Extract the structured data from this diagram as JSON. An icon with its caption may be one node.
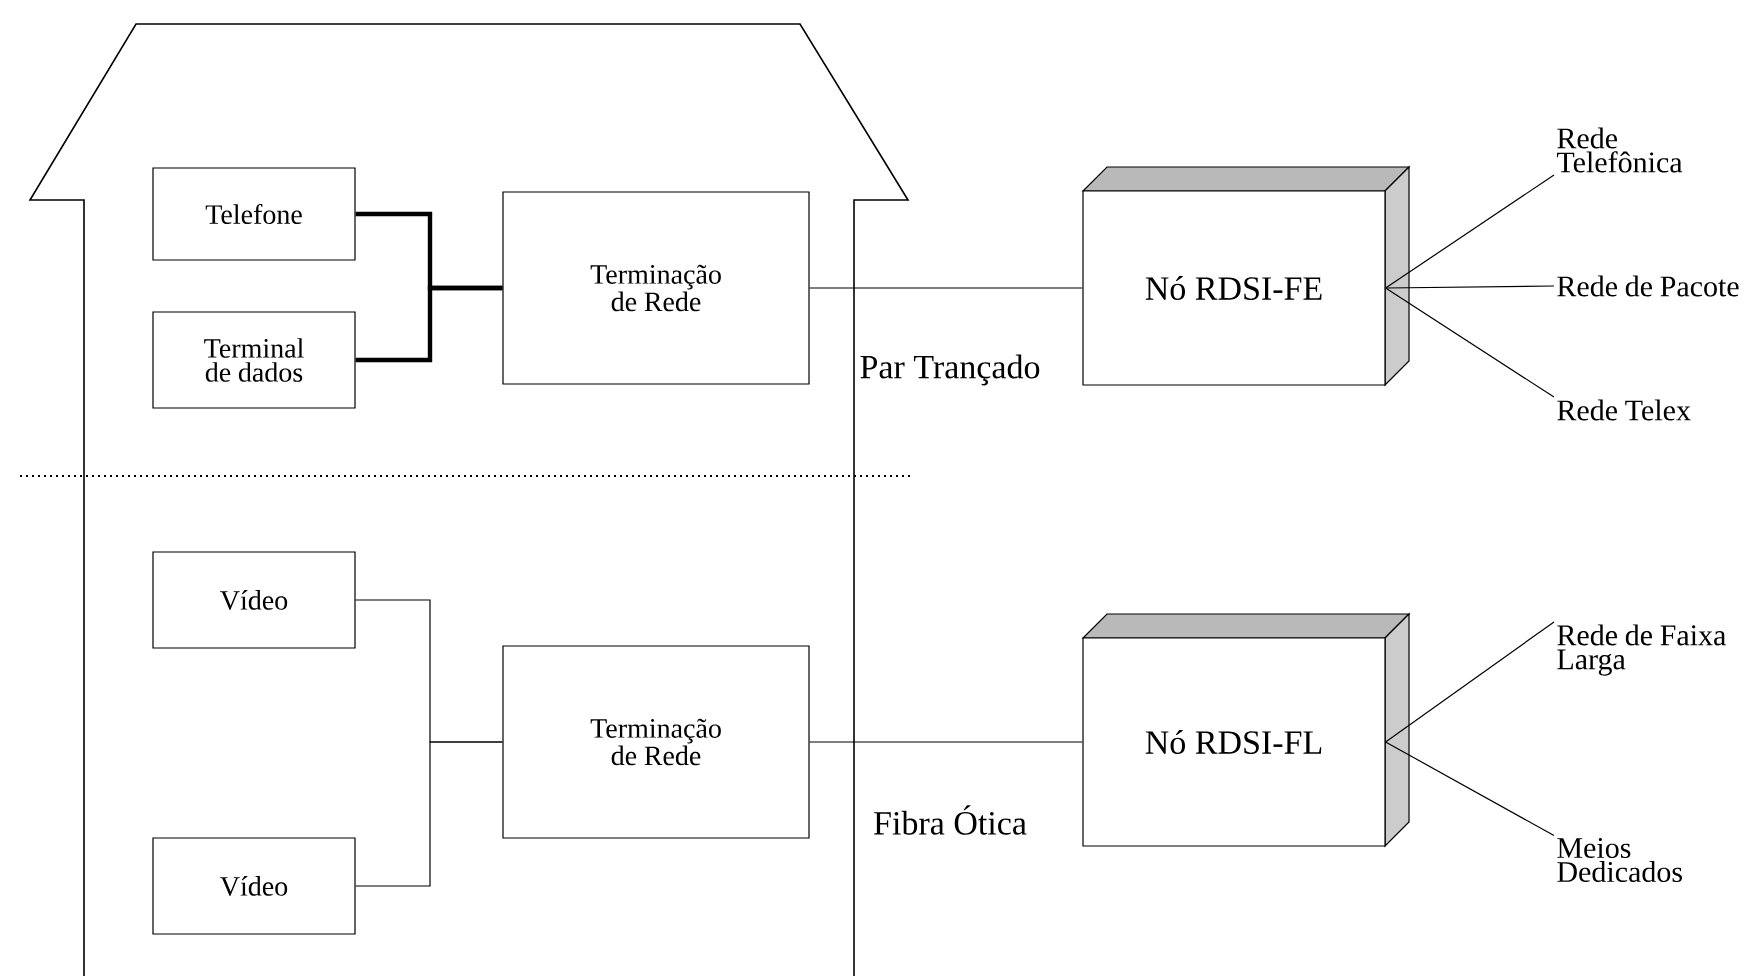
{
  "diagram": {
    "nodes": [
      {
        "text": [
          "Telefone"
        ]
      },
      {
        "text": [
          "Terminal de dados"
        ]
      },
      {
        "text": [
          "Terminação de Rede"
        ]
      },
      {
        "text": [
          "Nó RDSI-FE"
        ]
      },
      {
        "text": [
          "Rede Telefônica"
        ]
      },
      {
        "text": [
          "Rede de Pacote"
        ]
      },
      {
        "text": [
          "Rede Telex"
        ]
      },
      {
        "text": [
          "Vídeo"
        ]
      },
      {
        "text": [
          "Vídeo"
        ]
      },
      {
        "text": [
          "Terminação de Rede"
        ]
      },
      {
        "text": [
          "Nó RDSI-FL"
        ]
      },
      {
        "text": [
          "Rede de Faixa Larga"
        ]
      },
      {
        "text": [
          "Meios Dedicados"
        ]
      }
    ],
    "edges": [
      {
        "from": 0,
        "to": 2,
        "arrow": "none",
        "style": "thick"
      },
      {
        "from": 1,
        "to": 2,
        "arrow": "none",
        "style": "thick"
      },
      {
        "from": 2,
        "to": 3,
        "arrow": "none",
        "label": "Par Trançado"
      },
      {
        "from": 3,
        "to": 4,
        "arrow": "none"
      },
      {
        "from": 3,
        "to": 5,
        "arrow": "none"
      },
      {
        "from": 3,
        "to": 6,
        "arrow": "none"
      },
      {
        "from": 7,
        "to": 9,
        "arrow": "none"
      },
      {
        "from": 8,
        "to": 9,
        "arrow": "none"
      },
      {
        "from": 9,
        "to": 10,
        "arrow": "none",
        "label": "Fibra Ótica"
      },
      {
        "from": 10,
        "to": 11,
        "arrow": "none"
      },
      {
        "from": 10,
        "to": 12,
        "arrow": "none"
      }
    ]
  }
}
